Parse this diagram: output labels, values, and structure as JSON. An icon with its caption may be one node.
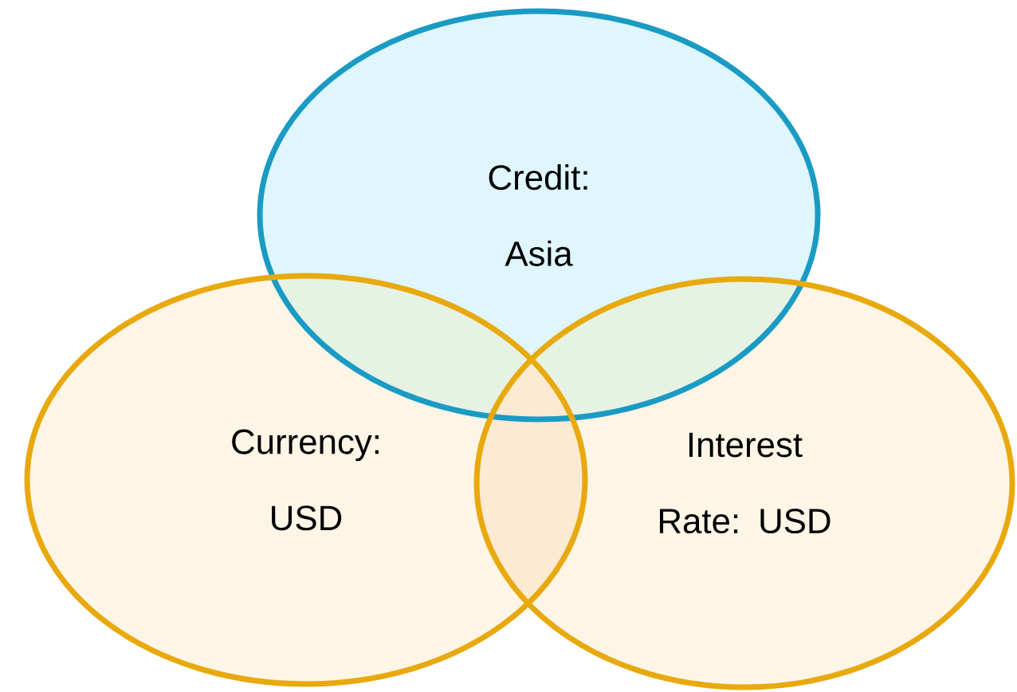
{
  "diagram": {
    "nodes": [
      {
        "text": [
          "Credit: Asia"
        ]
      },
      {
        "text": [
          "Currency: USD"
        ]
      },
      {
        "text": [
          "Interest Rate: USD"
        ]
      }
    ]
  }
}
